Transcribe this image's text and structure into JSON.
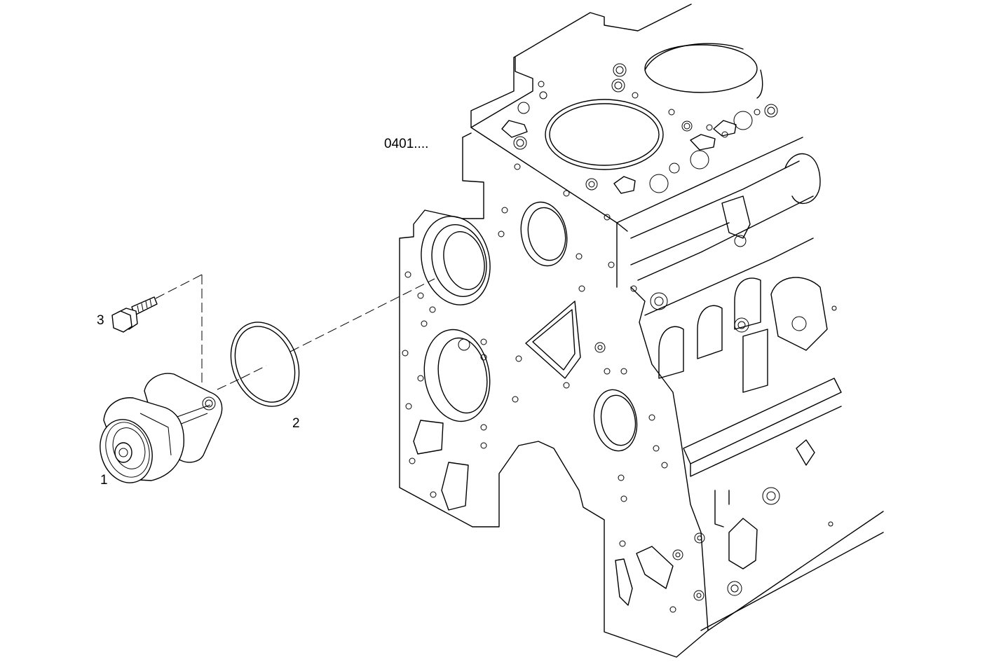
{
  "diagram": {
    "reference_label": "0401....",
    "callouts": [
      {
        "id": "1",
        "text": "1"
      },
      {
        "id": "2",
        "text": "2"
      },
      {
        "id": "3",
        "text": "3"
      }
    ]
  },
  "colors": {
    "ink": "#000000",
    "paper": "#ffffff"
  }
}
